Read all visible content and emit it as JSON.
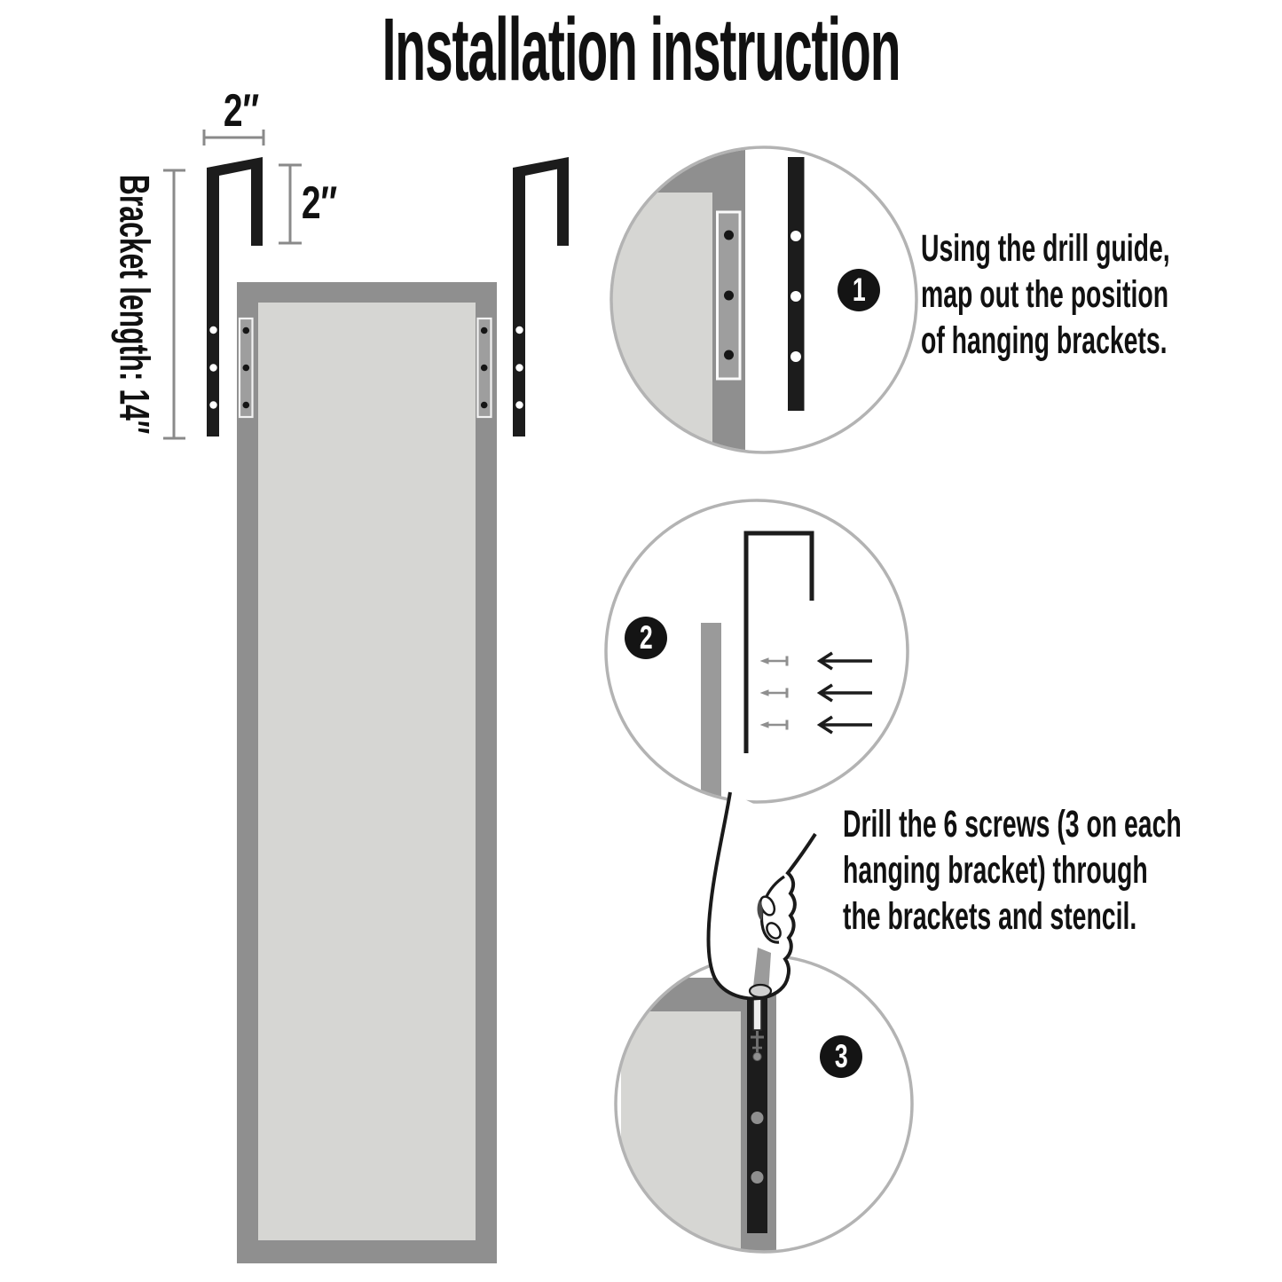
{
  "title": "Installation instruction",
  "dimensions": {
    "hook_width": "2″",
    "hook_depth": "2″",
    "bracket_length": "Bracket length: 14″"
  },
  "steps": [
    {
      "number": "1",
      "lines": [
        "Using the drill guide,",
        "map out the position",
        "of hanging brackets."
      ]
    },
    {
      "number": "2",
      "lines": []
    },
    {
      "number": "3",
      "lines": [
        "Drill the 6 screws (3 on each",
        "hanging bracket) through",
        "the brackets and stencil."
      ]
    }
  ],
  "figures": {
    "left_diagram": "door-mirror-with-two-over-door-hanging-brackets",
    "circle_1": "closeup-drill-guide-and-bracket-hole-alignment",
    "circle_2": "closeup-bracket-hook-with-screws-and-arrows",
    "circle_3": "closeup-hand-with-screwdriver-driving-screws"
  },
  "colors": {
    "frame_gray": "#8f8f8f",
    "mirror_gray": "#d6d6d3",
    "plate_gray": "#9e9e9e",
    "bracket_black": "#1c1c1c",
    "circle_stroke": "#b3b3b3",
    "dim_line_gray": "#8a8a8a",
    "badge_black": "#141414",
    "text_black": "#111111"
  }
}
